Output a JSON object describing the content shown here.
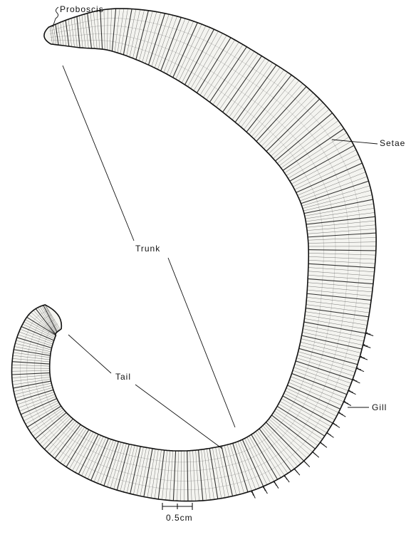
{
  "labels": {
    "proboscis": "Proboscis",
    "setae": "Setae",
    "trunk": "Trunk",
    "tail": "Tail",
    "gill": "Gill",
    "scale": "0.5cm"
  },
  "colors": {
    "ink": "#111111",
    "body_fill": "#f4f4f0",
    "background": "#ffffff"
  }
}
